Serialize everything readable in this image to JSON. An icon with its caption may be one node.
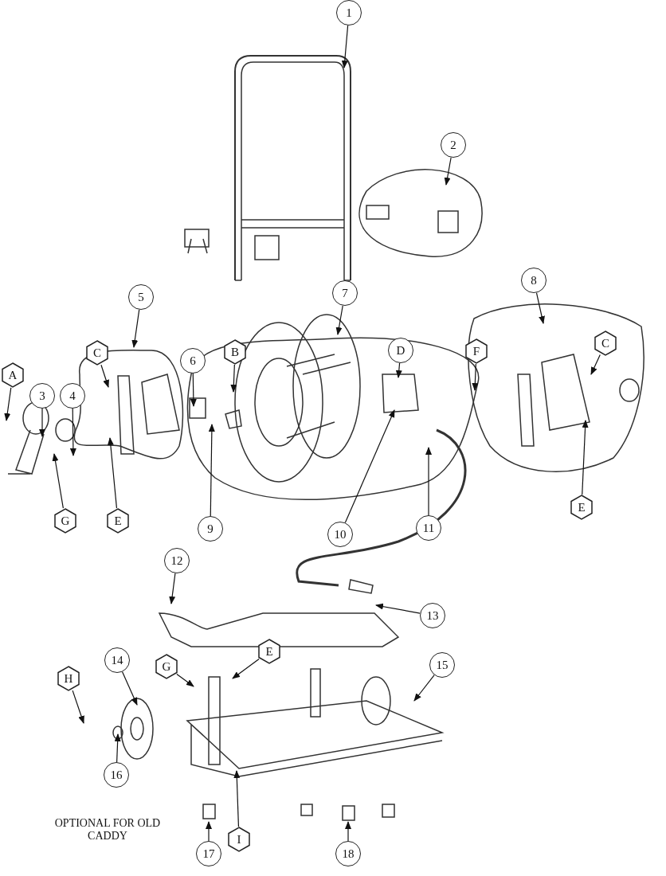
{
  "diagram": {
    "nodes": [
      {
        "text": [
          "1"
        ]
      },
      {
        "text": [
          "2"
        ]
      },
      {
        "text": [
          "8"
        ]
      },
      {
        "text": [
          "7"
        ]
      },
      {
        "text": [
          "5"
        ]
      },
      {
        "text": [
          "C"
        ]
      },
      {
        "text": [
          "D"
        ]
      },
      {
        "text": [
          "F"
        ]
      },
      {
        "text": [
          "B"
        ]
      },
      {
        "text": [
          "C"
        ]
      },
      {
        "text": [
          "6"
        ]
      },
      {
        "text": [
          "A"
        ]
      },
      {
        "text": [
          "3"
        ]
      },
      {
        "text": [
          "4"
        ]
      },
      {
        "text": [
          "E"
        ]
      },
      {
        "text": [
          "G"
        ]
      },
      {
        "text": [
          "E"
        ]
      },
      {
        "text": [
          "11"
        ]
      },
      {
        "text": [
          "9"
        ]
      },
      {
        "text": [
          "10"
        ]
      },
      {
        "text": [
          "12"
        ]
      },
      {
        "text": [
          "13"
        ]
      },
      {
        "text": [
          "E"
        ]
      },
      {
        "text": [
          "14"
        ]
      },
      {
        "text": [
          "15"
        ]
      },
      {
        "text": [
          "G"
        ]
      },
      {
        "text": [
          "H"
        ]
      },
      {
        "text": [
          "16"
        ]
      },
      {
        "text": [
          "I"
        ]
      },
      {
        "text": [
          "17"
        ]
      },
      {
        "text": [
          "18"
        ]
      }
    ],
    "edges": [
      {
        "from": 0,
        "to": null,
        "arrow": "to"
      },
      {
        "from": 1,
        "to": null,
        "arrow": "to"
      },
      {
        "from": 2,
        "to": null,
        "arrow": "to"
      },
      {
        "from": 3,
        "to": null,
        "arrow": "to"
      },
      {
        "from": 4,
        "to": null,
        "arrow": "to"
      },
      {
        "from": 5,
        "to": null,
        "arrow": "to"
      },
      {
        "from": 6,
        "to": null,
        "arrow": "to"
      },
      {
        "from": 7,
        "to": null,
        "arrow": "to"
      },
      {
        "from": 8,
        "to": null,
        "arrow": "to"
      },
      {
        "from": 9,
        "to": null,
        "arrow": "to"
      },
      {
        "from": 10,
        "to": null,
        "arrow": "to"
      },
      {
        "from": 11,
        "to": null,
        "arrow": "to"
      },
      {
        "from": 12,
        "to": null,
        "arrow": "to"
      },
      {
        "from": 13,
        "to": null,
        "arrow": "to"
      },
      {
        "from": 14,
        "to": null,
        "arrow": "to"
      },
      {
        "from": 15,
        "to": null,
        "arrow": "to"
      },
      {
        "from": 16,
        "to": null,
        "arrow": "to"
      },
      {
        "from": 17,
        "to": null,
        "arrow": "to"
      },
      {
        "from": 18,
        "to": null,
        "arrow": "to"
      },
      {
        "from": 19,
        "to": null,
        "arrow": "to"
      },
      {
        "from": 20,
        "to": null,
        "arrow": "to"
      },
      {
        "from": 21,
        "to": null,
        "arrow": "to"
      },
      {
        "from": 22,
        "to": null,
        "arrow": "to"
      },
      {
        "from": 23,
        "to": null,
        "arrow": "to"
      },
      {
        "from": 24,
        "to": null,
        "arrow": "to"
      },
      {
        "from": 25,
        "to": null,
        "arrow": "to"
      },
      {
        "from": 26,
        "to": null,
        "arrow": "to"
      },
      {
        "from": 27,
        "to": null,
        "arrow": "to"
      },
      {
        "from": 28,
        "to": null,
        "arrow": "to"
      },
      {
        "from": 29,
        "to": null,
        "arrow": "to"
      },
      {
        "from": 30,
        "to": null,
        "arrow": "to"
      }
    ],
    "labels": [
      "OPTIONAL FOR OLD CADDY"
    ]
  }
}
